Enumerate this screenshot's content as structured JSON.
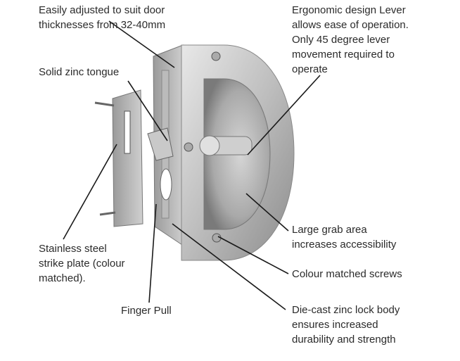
{
  "labels": {
    "door_thickness": [
      "Easily adjusted to suit door",
      "thicknesses from 32-40mm"
    ],
    "tongue": [
      "Solid zinc tongue"
    ],
    "strike_plate": [
      "Stainless steel",
      "strike plate (colour",
      "matched)."
    ],
    "finger_pull": [
      "Finger Pull"
    ],
    "lever": [
      "Ergonomic design Lever",
      "allows ease of operation.",
      "Only 45 degree lever",
      "movement required to",
      "operate"
    ],
    "grab_area": [
      "Large grab area",
      "increases accessibility"
    ],
    "screws": [
      "Colour matched screws"
    ],
    "lock_body": [
      "Die-cast zinc lock body",
      "ensures increased",
      "durability and strength"
    ]
  }
}
